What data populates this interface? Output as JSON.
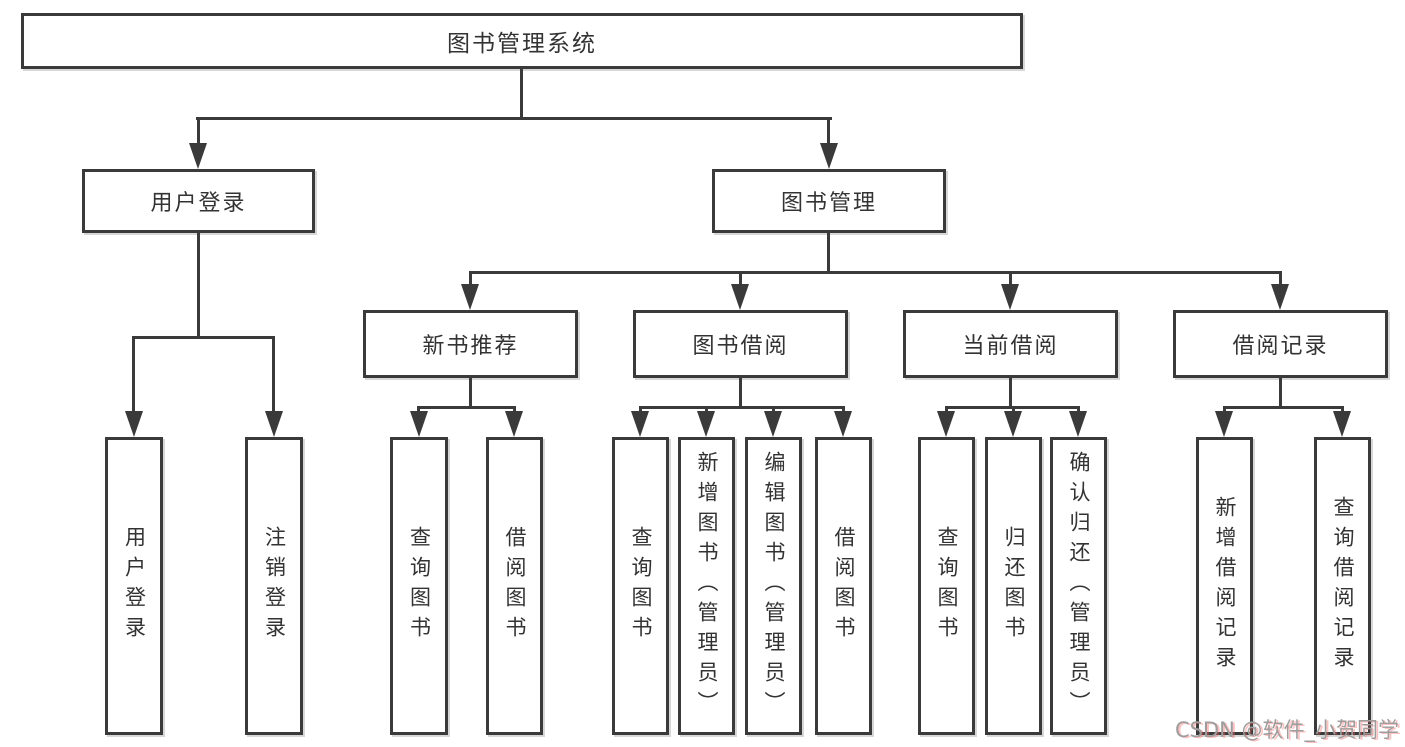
{
  "diagram": {
    "title": "图书管理系统",
    "branches": {
      "user_login": {
        "label": "用户登录",
        "children": [
          "用户登录",
          "注销登录"
        ]
      },
      "book_mgmt": {
        "label": "图书管理",
        "children": {
          "new_books": {
            "label": "新书推荐",
            "children": [
              "查询图书",
              "借阅图书"
            ]
          },
          "book_borrow": {
            "label": "图书借阅",
            "children": [
              "查询图书",
              "新增图书（管理员）",
              "编辑图书（管理员）",
              "借阅图书"
            ]
          },
          "current_borrow": {
            "label": "当前借阅",
            "children": [
              "查询图书",
              "归还图书",
              "确认归还（管理员）"
            ]
          },
          "borrow_records": {
            "label": "借阅记录",
            "children": [
              "新增借阅记录",
              "查询借阅记录"
            ]
          }
        }
      }
    },
    "colors": {
      "line": "#3a3a3a",
      "text": "#333333",
      "background": "#ffffff",
      "watermark": "#9d9d9d"
    }
  },
  "watermark": {
    "text": "CSDN @软件_小贺同学"
  }
}
